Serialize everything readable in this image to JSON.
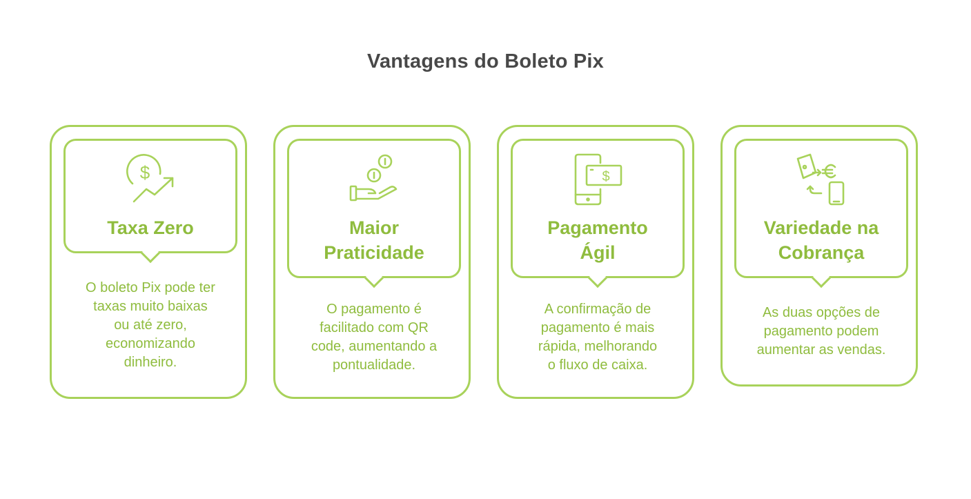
{
  "title": "Vantagens do Boleto Pix",
  "colors": {
    "accent": "#a8d25a",
    "text_green": "#8fbc3e",
    "title_text": "#484848"
  },
  "cards": [
    {
      "icon": "dollar-trend-icon",
      "heading_lines": [
        "Taxa Zero"
      ],
      "desc_lines": [
        "O boleto Pix pode ter",
        "taxas muito baixas",
        "ou até zero,",
        "economizando",
        "dinheiro."
      ]
    },
    {
      "icon": "coins-hand-icon",
      "heading_lines": [
        "Maior",
        "Praticidade"
      ],
      "desc_lines": [
        "O pagamento é",
        "facilitado com QR",
        "code, aumentando a",
        "pontualidade."
      ]
    },
    {
      "icon": "phone-payment-icon",
      "heading_lines": [
        "Pagamento",
        "Ágil"
      ],
      "desc_lines": [
        "A confirmação de",
        "pagamento é mais",
        "rápida, melhorando",
        "o fluxo de caixa."
      ]
    },
    {
      "icon": "exchange-icon",
      "heading_lines": [
        "Variedade na",
        "Cobrança"
      ],
      "desc_lines": [
        "As duas opções de",
        "pagamento podem",
        "aumentar as vendas."
      ]
    }
  ]
}
